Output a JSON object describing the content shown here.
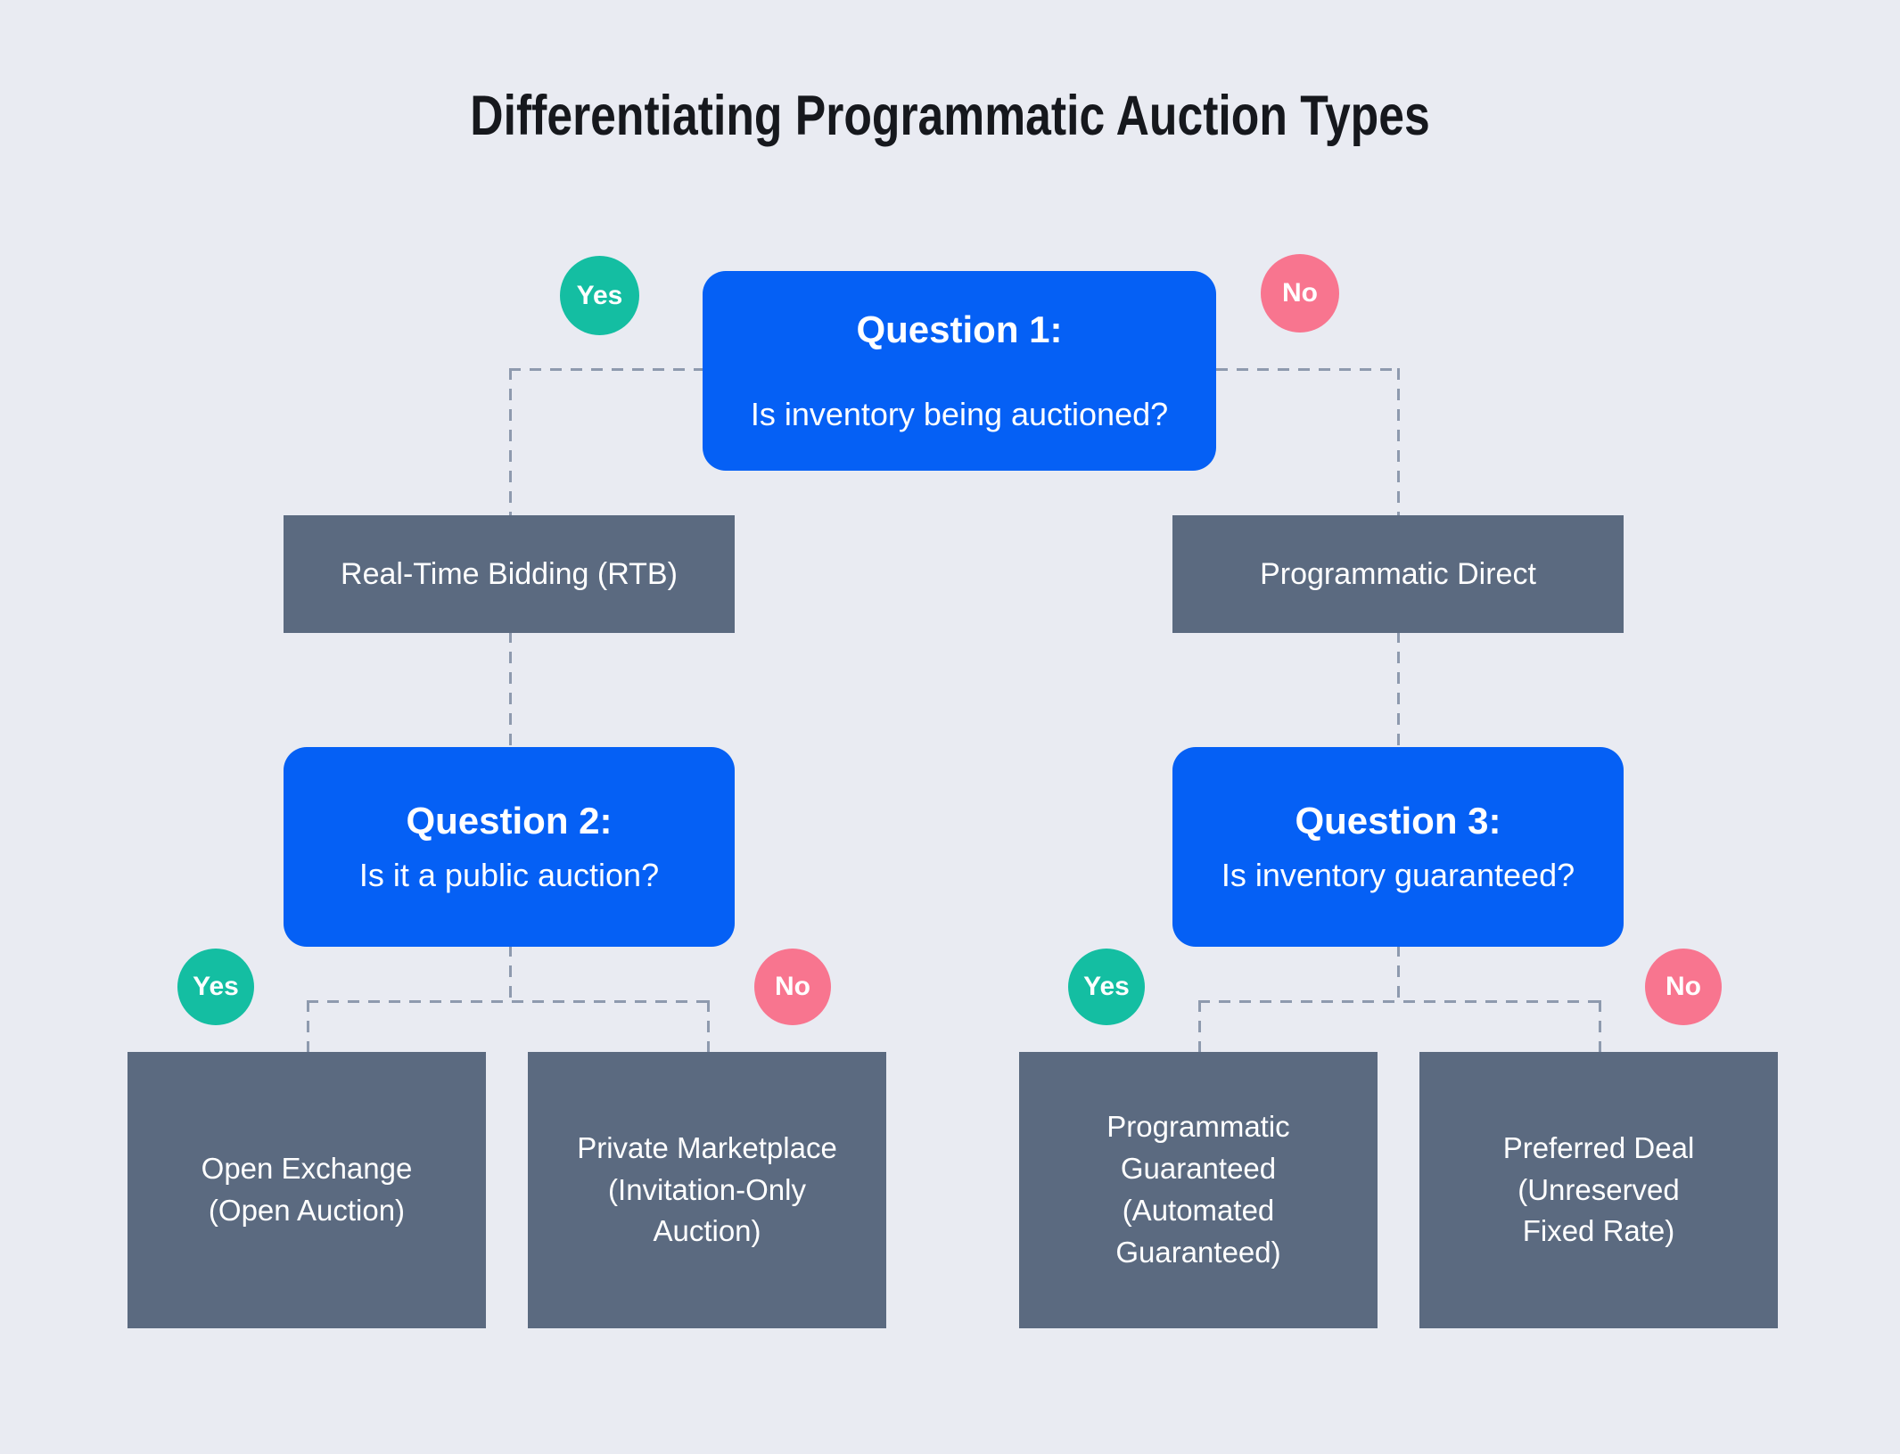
{
  "title": "Differentiating Programmatic Auction Types",
  "badges": {
    "yes": "Yes",
    "no": "No"
  },
  "questions": {
    "q1": {
      "heading": "Question 1:",
      "text": "Is inventory being auctioned?"
    },
    "q2": {
      "heading": "Question 2:",
      "text": "Is it a public auction?"
    },
    "q3": {
      "heading": "Question 3:",
      "text": "Is inventory guaranteed?"
    }
  },
  "branches": {
    "rtb": "Real-Time Bidding (RTB)",
    "programmatic_direct": "Programmatic Direct"
  },
  "outcomes": {
    "open_exchange": "Open Exchange\n(Open Auction)",
    "private_marketplace": "Private Marketplace\n(Invitation-Only\nAuction)",
    "programmatic_guaranteed": "Programmatic\nGuaranteed\n(Automated\nGuaranteed)",
    "preferred_deal": "Preferred Deal\n(Unreserved\nFixed Rate)"
  },
  "colors": {
    "background": "#E9EBF2",
    "question-blue": "#0560F5",
    "node-gray": "#5B6A80",
    "yes-green": "#14BEA2",
    "no-pink": "#F8758F",
    "connector": "#8E9AAE",
    "title-color": "#16181D"
  }
}
